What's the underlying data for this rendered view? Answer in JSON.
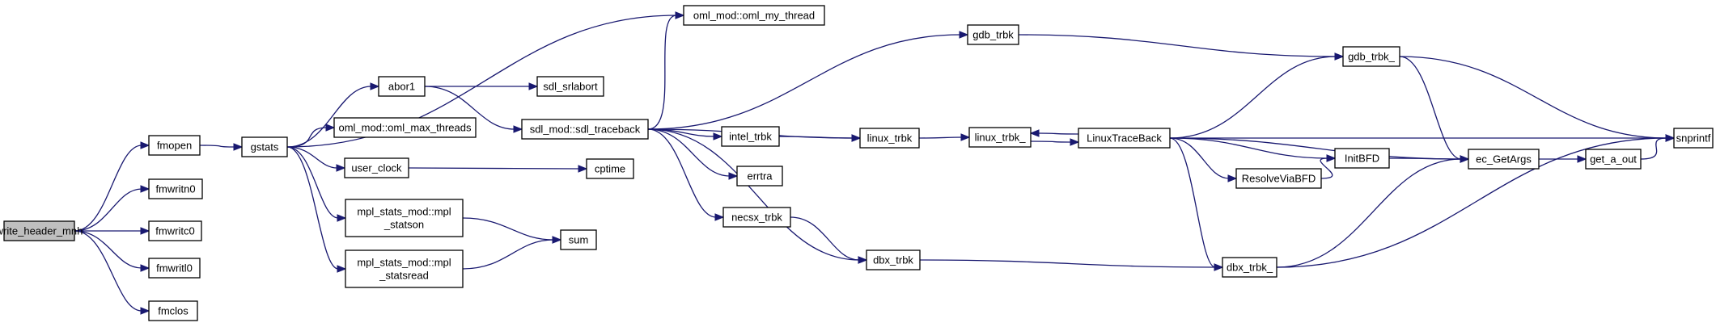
{
  "graph": {
    "type": "call-graph",
    "colors": {
      "edge": "#191970",
      "node_border": "#000000",
      "node_fill": "#ffffff",
      "root_fill": "#bfbfbf"
    },
    "nodes": [
      {
        "id": "write_header_mnh",
        "label": "write_header_mnh",
        "root": true
      },
      {
        "id": "fmopen",
        "label": "fmopen"
      },
      {
        "id": "fmwritn0",
        "label": "fmwritn0"
      },
      {
        "id": "fmwritc0",
        "label": "fmwritc0"
      },
      {
        "id": "fmwritl0",
        "label": "fmwritl0"
      },
      {
        "id": "fmclos",
        "label": "fmclos"
      },
      {
        "id": "gstats",
        "label": "gstats"
      },
      {
        "id": "abor1",
        "label": "abor1"
      },
      {
        "id": "oml_max_threads",
        "label": "oml_mod::oml_max_threads"
      },
      {
        "id": "user_clock",
        "label": "user_clock"
      },
      {
        "id": "mpl_statson",
        "label": "mpl_stats_mod::mpl\n_statson"
      },
      {
        "id": "mpl_statsread",
        "label": "mpl_stats_mod::mpl\n_statsread"
      },
      {
        "id": "oml_my_thread",
        "label": "oml_mod::oml_my_thread"
      },
      {
        "id": "sdl_srlabort",
        "label": "sdl_srlabort"
      },
      {
        "id": "sdl_traceback",
        "label": "sdl_mod::sdl_traceback"
      },
      {
        "id": "cptime",
        "label": "cptime"
      },
      {
        "id": "sum",
        "label": "sum"
      },
      {
        "id": "intel_trbk",
        "label": "intel_trbk"
      },
      {
        "id": "errtra",
        "label": "errtra"
      },
      {
        "id": "necsx_trbk",
        "label": "necsx_trbk"
      },
      {
        "id": "gdb_trbk",
        "label": "gdb_trbk"
      },
      {
        "id": "linux_trbk",
        "label": "linux_trbk"
      },
      {
        "id": "dbx_trbk",
        "label": "dbx_trbk"
      },
      {
        "id": "linux_trbk_",
        "label": "linux_trbk_"
      },
      {
        "id": "LinuxTraceBack",
        "label": "LinuxTraceBack"
      },
      {
        "id": "ResolveViaBFD",
        "label": "ResolveViaBFD"
      },
      {
        "id": "InitBFD",
        "label": "InitBFD"
      },
      {
        "id": "gdb_trbk_",
        "label": "gdb_trbk_"
      },
      {
        "id": "dbx_trbk_",
        "label": "dbx_trbk_"
      },
      {
        "id": "ec_GetArgs",
        "label": "ec_GetArgs"
      },
      {
        "id": "get_a_out",
        "label": "get_a_out"
      },
      {
        "id": "snprintf",
        "label": "snprintf"
      }
    ],
    "edges": [
      {
        "from": "write_header_mnh",
        "to": "fmopen"
      },
      {
        "from": "write_header_mnh",
        "to": "fmwritn0"
      },
      {
        "from": "write_header_mnh",
        "to": "fmwritc0"
      },
      {
        "from": "write_header_mnh",
        "to": "fmwritl0"
      },
      {
        "from": "write_header_mnh",
        "to": "fmclos"
      },
      {
        "from": "fmopen",
        "to": "gstats"
      },
      {
        "from": "gstats",
        "to": "oml_my_thread"
      },
      {
        "from": "gstats",
        "to": "abor1"
      },
      {
        "from": "gstats",
        "to": "oml_max_threads"
      },
      {
        "from": "gstats",
        "to": "user_clock"
      },
      {
        "from": "gstats",
        "to": "mpl_statson"
      },
      {
        "from": "gstats",
        "to": "mpl_statsread"
      },
      {
        "from": "abor1",
        "to": "sdl_srlabort"
      },
      {
        "from": "abor1",
        "to": "sdl_traceback"
      },
      {
        "from": "user_clock",
        "to": "cptime"
      },
      {
        "from": "mpl_statson",
        "to": "sum"
      },
      {
        "from": "mpl_statsread",
        "to": "sum"
      },
      {
        "from": "sdl_traceback",
        "to": "oml_my_thread"
      },
      {
        "from": "sdl_traceback",
        "to": "gdb_trbk"
      },
      {
        "from": "sdl_traceback",
        "to": "linux_trbk"
      },
      {
        "from": "sdl_traceback",
        "to": "intel_trbk"
      },
      {
        "from": "sdl_traceback",
        "to": "errtra"
      },
      {
        "from": "sdl_traceback",
        "to": "necsx_trbk"
      },
      {
        "from": "sdl_traceback",
        "to": "dbx_trbk"
      },
      {
        "from": "intel_trbk",
        "to": "linux_trbk"
      },
      {
        "from": "necsx_trbk",
        "to": "dbx_trbk"
      },
      {
        "from": "gdb_trbk",
        "to": "gdb_trbk_"
      },
      {
        "from": "linux_trbk",
        "to": "linux_trbk_"
      },
      {
        "from": "linux_trbk_",
        "to": "LinuxTraceBack"
      },
      {
        "from": "LinuxTraceBack",
        "to": "linux_trbk_"
      },
      {
        "from": "LinuxTraceBack",
        "to": "gdb_trbk_"
      },
      {
        "from": "LinuxTraceBack",
        "to": "snprintf"
      },
      {
        "from": "LinuxTraceBack",
        "to": "InitBFD"
      },
      {
        "from": "LinuxTraceBack",
        "to": "ResolveViaBFD"
      },
      {
        "from": "LinuxTraceBack",
        "to": "ec_GetArgs"
      },
      {
        "from": "LinuxTraceBack",
        "to": "dbx_trbk_"
      },
      {
        "from": "ResolveViaBFD",
        "to": "InitBFD"
      },
      {
        "from": "InitBFD",
        "to": "ec_GetArgs"
      },
      {
        "from": "gdb_trbk_",
        "to": "ec_GetArgs"
      },
      {
        "from": "gdb_trbk_",
        "to": "snprintf"
      },
      {
        "from": "dbx_trbk",
        "to": "dbx_trbk_"
      },
      {
        "from": "dbx_trbk_",
        "to": "ec_GetArgs"
      },
      {
        "from": "dbx_trbk_",
        "to": "snprintf"
      },
      {
        "from": "ec_GetArgs",
        "to": "get_a_out"
      },
      {
        "from": "get_a_out",
        "to": "snprintf"
      }
    ]
  }
}
